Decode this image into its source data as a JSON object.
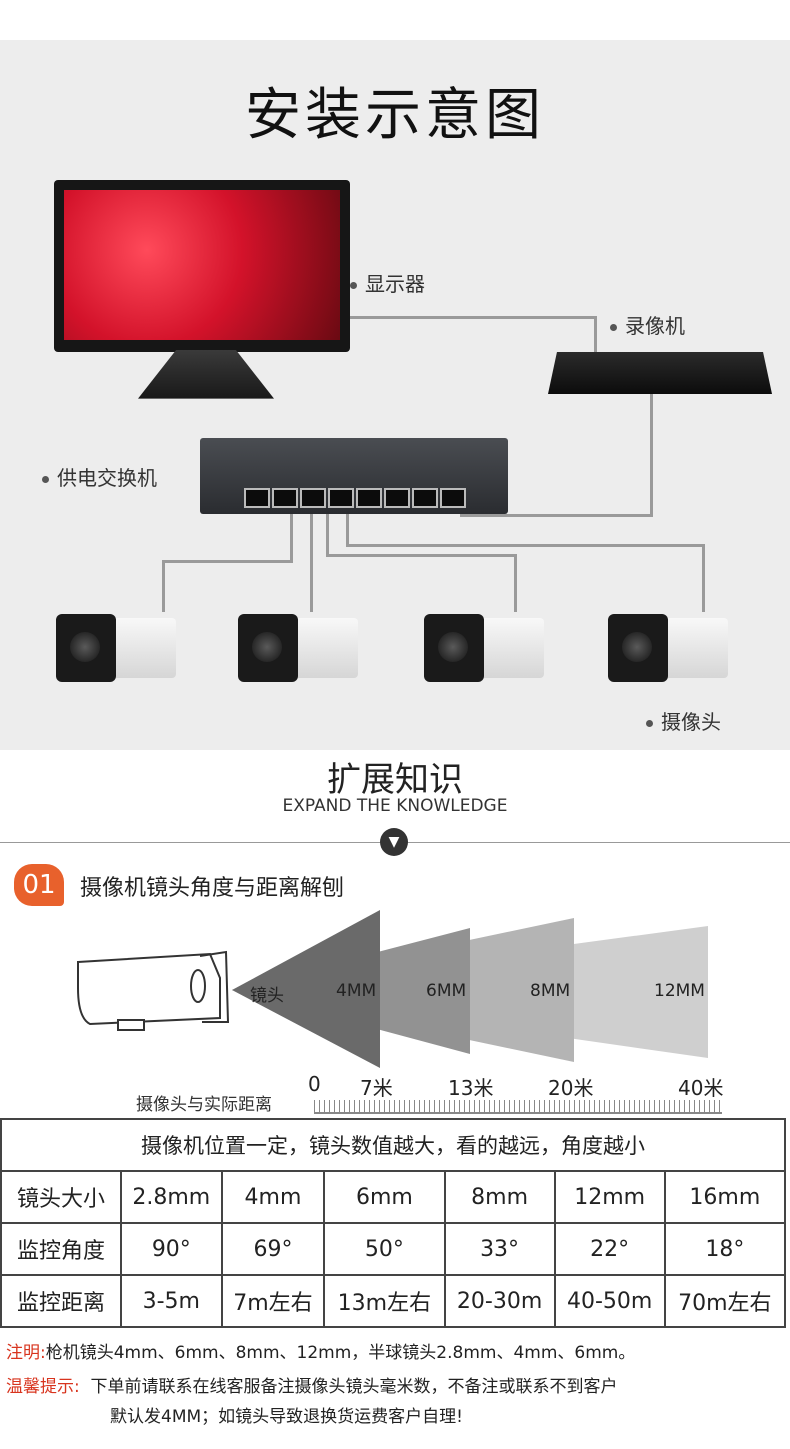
{
  "diagram": {
    "title": "安装示意图",
    "labels": {
      "monitor": "显示器",
      "nvr": "录像机",
      "switch": "供电交换机",
      "camera": "摄像头"
    }
  },
  "knowledge": {
    "title": "扩展知识",
    "subtitle": "EXPAND THE KNOWLEDGE",
    "arrow_icon": "down-arrow-circle-icon"
  },
  "section": {
    "number": "01",
    "title": "摄像机镜头角度与距离解刨",
    "lens_word": "镜头",
    "lens_sizes": [
      "4MM",
      "6MM",
      "8MM",
      "12MM"
    ],
    "ruler_label": "摄像头与实际距离",
    "ruler_marks": [
      "0",
      "7米",
      "13米",
      "20米",
      "40米"
    ]
  },
  "table": {
    "header": "摄像机位置一定，镜头数值越大，看的越远，角度越小",
    "rows": [
      {
        "label": "镜头大小",
        "values": [
          "2.8mm",
          "4mm",
          "6mm",
          "8mm",
          "12mm",
          "16mm"
        ]
      },
      {
        "label": "监控角度",
        "values": [
          "90°",
          "69°",
          "50°",
          "33°",
          "22°",
          "18°"
        ]
      },
      {
        "label": "监控距离",
        "values": [
          "3-5m",
          "7m左右",
          "13m左右",
          "20-30m",
          "40-50m",
          "70m左右"
        ]
      }
    ]
  },
  "notes": {
    "note_label": "注明:",
    "note_text": "枪机镜头4mm、6mm、8mm、12mm，半球镜头2.8mm、4mm、6mm。",
    "tip_label": "温馨提示:",
    "tip_line1": "下单前请联系在线客服备注摄像头镜头毫米数，不备注或联系不到客户",
    "tip_line2": "默认发4MM；如镜头导致退换货运费客户自理!"
  },
  "colors": {
    "accent": "#e8612c",
    "note_red": "#d8341e",
    "diagram_bg": "#ededed"
  }
}
